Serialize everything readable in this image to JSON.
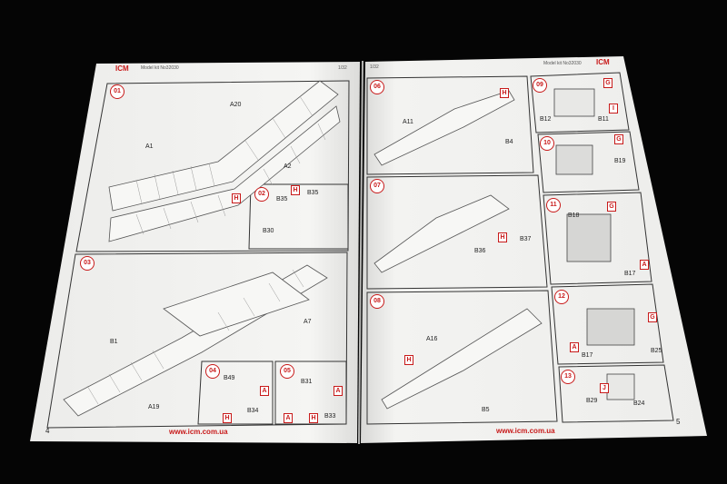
{
  "brand": "ICM",
  "left_page": {
    "header_model": "Model kit No32030",
    "header_scale": "1/32",
    "page_number": "4",
    "footer_url": "www.icm.com.ua",
    "steps": [
      {
        "number": "01",
        "labels": [
          "A20",
          "A1",
          "A2"
        ],
        "tags": [
          "H"
        ]
      },
      {
        "number": "02",
        "labels": [
          "B35",
          "B35",
          "B30"
        ],
        "tags": [
          "H"
        ]
      },
      {
        "number": "03",
        "labels": [
          "A7",
          "A19",
          "B1"
        ],
        "tags": []
      },
      {
        "number": "04",
        "labels": [
          "B49",
          "B34"
        ],
        "tags": [
          "A",
          "H"
        ]
      },
      {
        "number": "05",
        "labels": [
          "B31",
          "B33"
        ],
        "tags": [
          "A",
          "A",
          "H"
        ]
      }
    ]
  },
  "right_page": {
    "header_model": "Model kit No32030",
    "header_scale": "1/32",
    "page_number": "5",
    "footer_url": "www.icm.com.ua",
    "steps": [
      {
        "number": "06",
        "labels": [
          "A11",
          "B4"
        ],
        "tags": [
          "H"
        ]
      },
      {
        "number": "07",
        "labels": [
          "B36",
          "B37"
        ],
        "tags": [
          "H"
        ]
      },
      {
        "number": "08",
        "labels": [
          "A16",
          "B5"
        ],
        "tags": [
          "H"
        ]
      },
      {
        "number": "09",
        "labels": [
          "B12",
          "B11"
        ],
        "tags": [
          "G",
          "I"
        ]
      },
      {
        "number": "10",
        "labels": [
          "B19"
        ],
        "tags": [
          "G"
        ]
      },
      {
        "number": "11",
        "labels": [
          "B18",
          "B17"
        ],
        "tags": [
          "G",
          "A"
        ]
      },
      {
        "number": "12",
        "labels": [
          "B17",
          "B25"
        ],
        "tags": [
          "A",
          "G"
        ]
      },
      {
        "number": "13",
        "labels": [
          "B29",
          "B24"
        ],
        "tags": [
          "J"
        ]
      }
    ]
  },
  "colors": {
    "background": "#050505",
    "paper": "#f4f4f2",
    "accent_red": "#c81a1a"
  }
}
